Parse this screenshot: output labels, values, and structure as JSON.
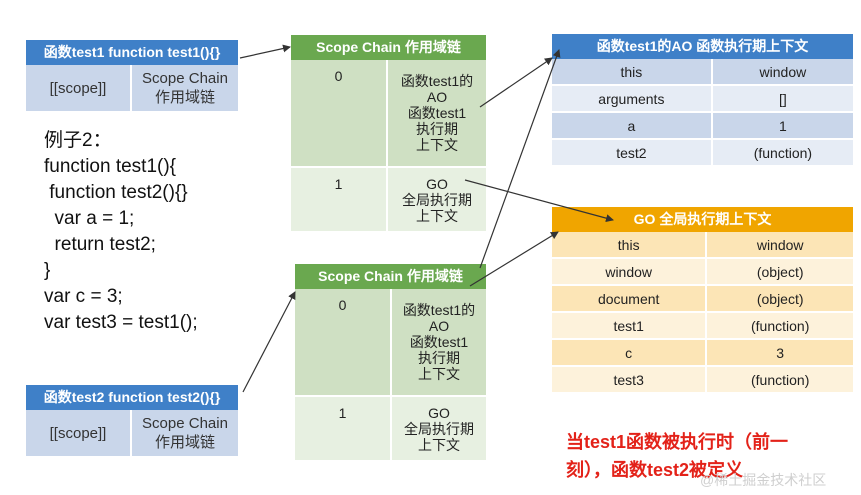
{
  "fn_test1": {
    "header": "函数test1  function test1(){}",
    "col_scope": "[[scope]]",
    "col_chain_1": "Scope Chain",
    "col_chain_2": "作用域链"
  },
  "fn_test2": {
    "header": "函数test2  function test2(){}",
    "col_scope": "[[scope]]",
    "col_chain_1": "Scope Chain",
    "col_chain_2": "作用域链"
  },
  "code": {
    "title": "例子2：",
    "lines": [
      "function test1(){",
      " function test2(){}",
      "  var a = 1;",
      "  return test2;",
      "}",
      "var c = 3;",
      "var test3 = test1();"
    ]
  },
  "scope_chain_1": {
    "header": "Scope Chain 作用域链",
    "rows": [
      {
        "index": "0",
        "lines": [
          "函数test1的",
          "AO",
          "函数test1",
          "执行期",
          "上下文"
        ]
      },
      {
        "index": "1",
        "lines": [
          "GO",
          "全局执行期",
          "上下文"
        ]
      }
    ]
  },
  "scope_chain_2": {
    "header": "Scope Chain 作用域链",
    "rows": [
      {
        "index": "0",
        "lines": [
          "函数test1的",
          "AO",
          "函数test1",
          "执行期",
          "上下文"
        ]
      },
      {
        "index": "1",
        "lines": [
          "GO",
          "全局执行期",
          "上下文"
        ]
      }
    ]
  },
  "ao_table": {
    "header": "函数test1的AO 函数执行期上下文",
    "rows": [
      {
        "key": "this",
        "value": "window"
      },
      {
        "key": "arguments",
        "value": "[]"
      },
      {
        "key": "a",
        "value": "1"
      },
      {
        "key": "test2",
        "value": "(function)"
      }
    ]
  },
  "go_table": {
    "header": "GO 全局执行期上下文",
    "rows": [
      {
        "key": "this",
        "value": "window"
      },
      {
        "key": "window",
        "value": "(object)"
      },
      {
        "key": "document",
        "value": "(object)"
      },
      {
        "key": "test1",
        "value": "(function)"
      },
      {
        "key": "c",
        "value": "3"
      },
      {
        "key": "test3",
        "value": "(function)"
      }
    ]
  },
  "note": {
    "line1": "当test1函数被执行时（前一",
    "line2": "刻），函数test2被定义"
  },
  "watermark": "@稀土掘金技术社区",
  "colors": {
    "blue_header": "#3f80c8",
    "blue_cell": "#c9d6ea",
    "green_header": "#6aa84f",
    "green_cell": "#cfe0c3",
    "orange_header": "#f0a500",
    "orange_cell": "#fce5b6",
    "note_red": "#e32219"
  }
}
